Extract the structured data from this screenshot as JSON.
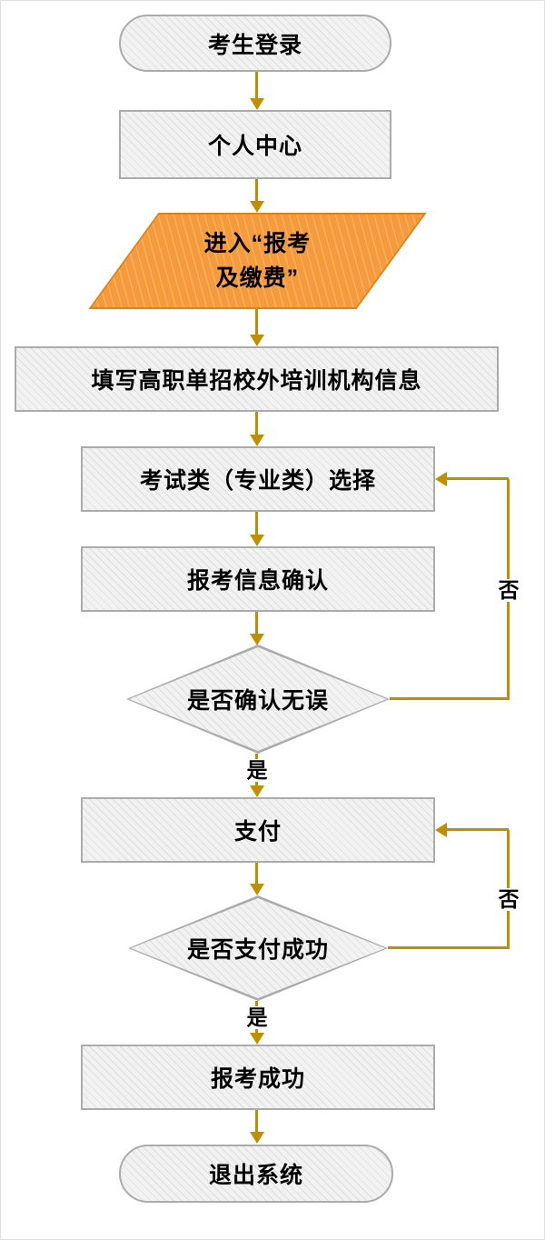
{
  "flowchart": {
    "nodes": {
      "login": {
        "label": "考生登录",
        "shape": "terminator"
      },
      "personal_center": {
        "label": "个人中心",
        "shape": "process"
      },
      "enter_payment": {
        "label": "进入“报考\n及缴费”",
        "shape": "data",
        "fill": "#f59b3c"
      },
      "fill_training_info": {
        "label": "填写高职单招校外培训机构信息",
        "shape": "process"
      },
      "exam_category_select": {
        "label": "考试类（专业类）选择",
        "shape": "process"
      },
      "info_confirm": {
        "label": "报考信息确认",
        "shape": "process"
      },
      "confirm_decision": {
        "label": "是否确认无误",
        "shape": "decision"
      },
      "payment": {
        "label": "支付",
        "shape": "process"
      },
      "payment_decision": {
        "label": "是否支付成功",
        "shape": "decision"
      },
      "success": {
        "label": "报考成功",
        "shape": "process"
      },
      "exit": {
        "label": "退出系统",
        "shape": "terminator"
      }
    },
    "edges": {
      "yes1": "是",
      "yes2": "是",
      "no1": "否",
      "no2": "否"
    },
    "colors": {
      "shape_fill": "#f2f2f2",
      "shape_border": "#ababab",
      "highlight_fill": "#f59b3c",
      "highlight_border": "#e08214",
      "arrow": "#bf8f00",
      "text": "#000000"
    }
  }
}
